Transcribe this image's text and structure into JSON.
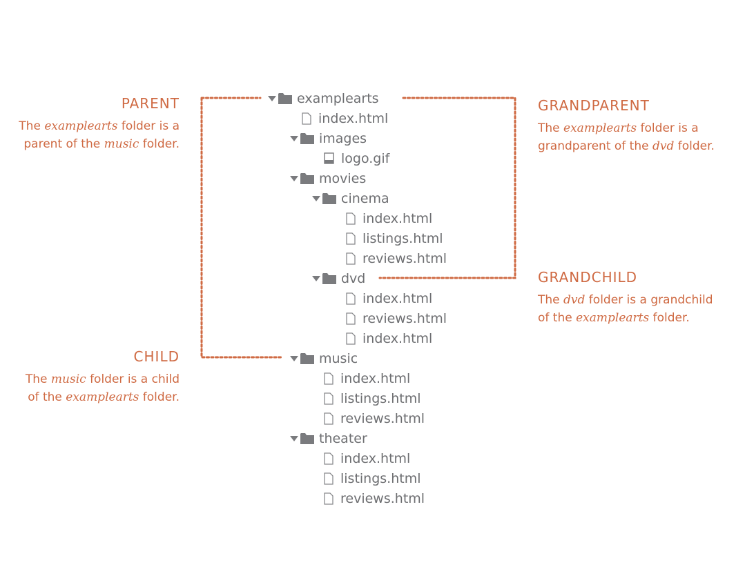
{
  "notes": {
    "parent": {
      "heading": "PARENT",
      "line1_a": "The ",
      "line1_em": "examplearts",
      "line1_b": " folder is a",
      "line2_a": "parent of the ",
      "line2_em": "music",
      "line2_b": " folder."
    },
    "grandparent": {
      "heading": "GRANDPARENT",
      "line1_a": "The ",
      "line1_em": "examplearts",
      "line1_b": " folder is a",
      "line2_a": "grandparent of the ",
      "line2_em": "dvd",
      "line2_b": " folder."
    },
    "grandchild": {
      "heading": "GRANDCHILD",
      "line1_a": "The ",
      "line1_em": "dvd",
      "line1_b": " folder is a grandchild",
      "line2_a": "of the ",
      "line2_em": "examplearts",
      "line2_b": " folder."
    },
    "child": {
      "heading": "CHILD",
      "line1_a": "The ",
      "line1_em": "music",
      "line1_b": " folder is a child",
      "line2_a": "of the ",
      "line2_em": "examplearts",
      "line2_b": " folder."
    }
  },
  "tree": [
    {
      "name": "examplearts",
      "type": "folder",
      "depth": 0
    },
    {
      "name": "index.html",
      "type": "file",
      "depth": 1
    },
    {
      "name": "images",
      "type": "folder",
      "depth": 1
    },
    {
      "name": "logo.gif",
      "type": "image",
      "depth": 2
    },
    {
      "name": "movies",
      "type": "folder",
      "depth": 1
    },
    {
      "name": "cinema",
      "type": "folder",
      "depth": 2
    },
    {
      "name": "index.html",
      "type": "file",
      "depth": 3
    },
    {
      "name": "listings.html",
      "type": "file",
      "depth": 3
    },
    {
      "name": "reviews.html",
      "type": "file",
      "depth": 3
    },
    {
      "name": "dvd",
      "type": "folder",
      "depth": 2
    },
    {
      "name": "index.html",
      "type": "file",
      "depth": 3
    },
    {
      "name": "reviews.html",
      "type": "file",
      "depth": 3
    },
    {
      "name": "index.html",
      "type": "file",
      "depth": 3
    },
    {
      "name": "music",
      "type": "folder",
      "depth": 1
    },
    {
      "name": "index.html",
      "type": "file",
      "depth": 2
    },
    {
      "name": "listings.html",
      "type": "file",
      "depth": 2
    },
    {
      "name": "reviews.html",
      "type": "file",
      "depth": 2
    },
    {
      "name": "theater",
      "type": "folder",
      "depth": 1
    },
    {
      "name": "index.html",
      "type": "file",
      "depth": 2
    },
    {
      "name": "listings.html",
      "type": "file",
      "depth": 2
    },
    {
      "name": "reviews.html",
      "type": "file",
      "depth": 2
    }
  ],
  "colors": {
    "accent": "#cf6a43",
    "tree_text": "#6d6e71",
    "folder_icon": "#7a7b7e"
  },
  "icons": {
    "expand": "triangle-down-icon",
    "folder": "folder-icon",
    "file": "file-icon",
    "image": "image-file-icon"
  }
}
